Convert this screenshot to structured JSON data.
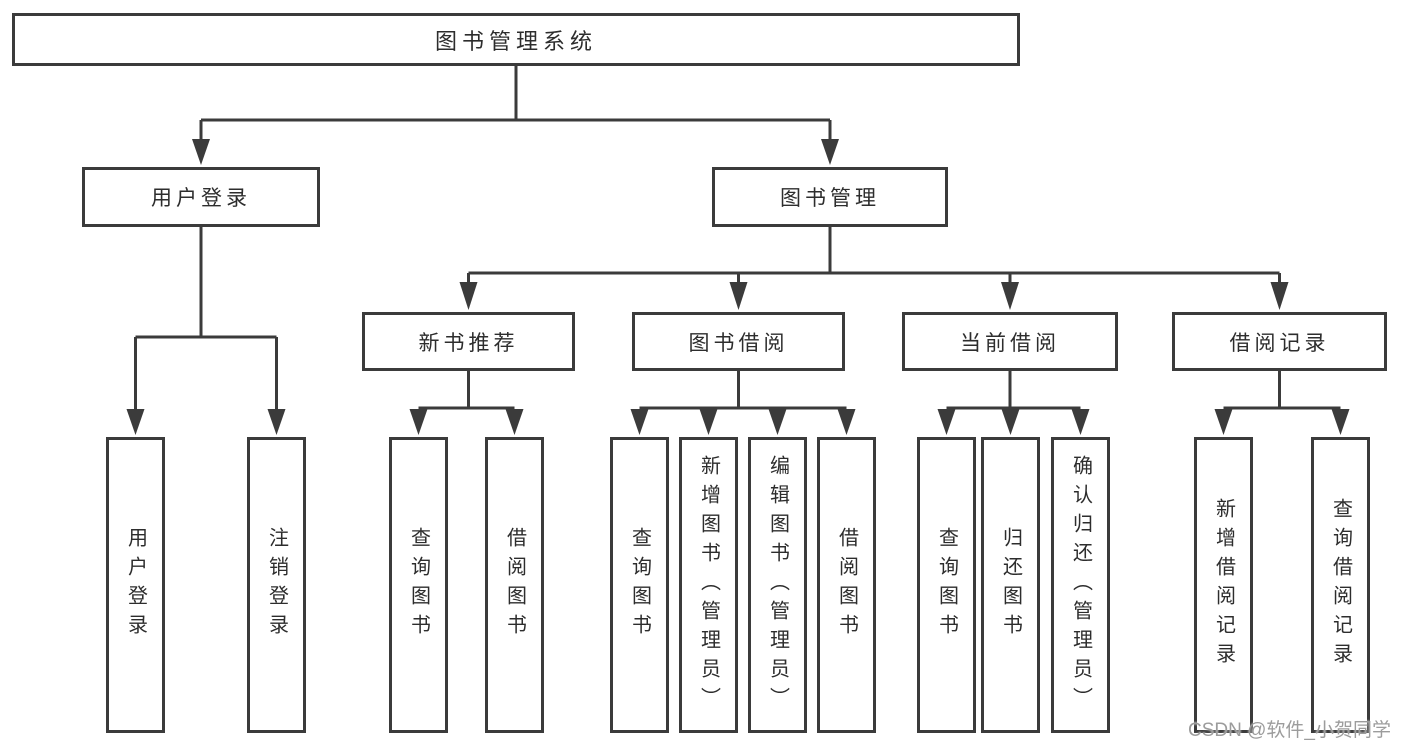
{
  "diagram": {
    "title_note": "functional structure diagram",
    "root": {
      "label": "图书管理系统"
    },
    "level2": [
      {
        "label": "用户登录"
      },
      {
        "label": "图书管理"
      }
    ],
    "level3": [
      {
        "label": "新书推荐"
      },
      {
        "label": "图书借阅"
      },
      {
        "label": "当前借阅"
      },
      {
        "label": "借阅记录"
      }
    ],
    "leaves": {
      "login": [
        {
          "label": "用户登录"
        },
        {
          "label": "注销登录"
        }
      ],
      "newbook": [
        {
          "label": "查询图书"
        },
        {
          "label": "借阅图书"
        }
      ],
      "borrow": [
        {
          "label": "查询图书"
        },
        {
          "label": "新增图书（管理员）"
        },
        {
          "label": "编辑图书（管理员）"
        },
        {
          "label": "借阅图书"
        }
      ],
      "current": [
        {
          "label": "查询图书"
        },
        {
          "label": "归还图书"
        },
        {
          "label": "确认归还（管理员）"
        }
      ],
      "records": [
        {
          "label": "新增借阅记录"
        },
        {
          "label": "查询借阅记录"
        }
      ]
    },
    "watermark": "CSDN @软件_小贺同学",
    "colors": {
      "line": "#3b3b3b",
      "text": "#2d2d2d",
      "watermark": "#9c9c9c",
      "background": "#ffffff"
    }
  }
}
